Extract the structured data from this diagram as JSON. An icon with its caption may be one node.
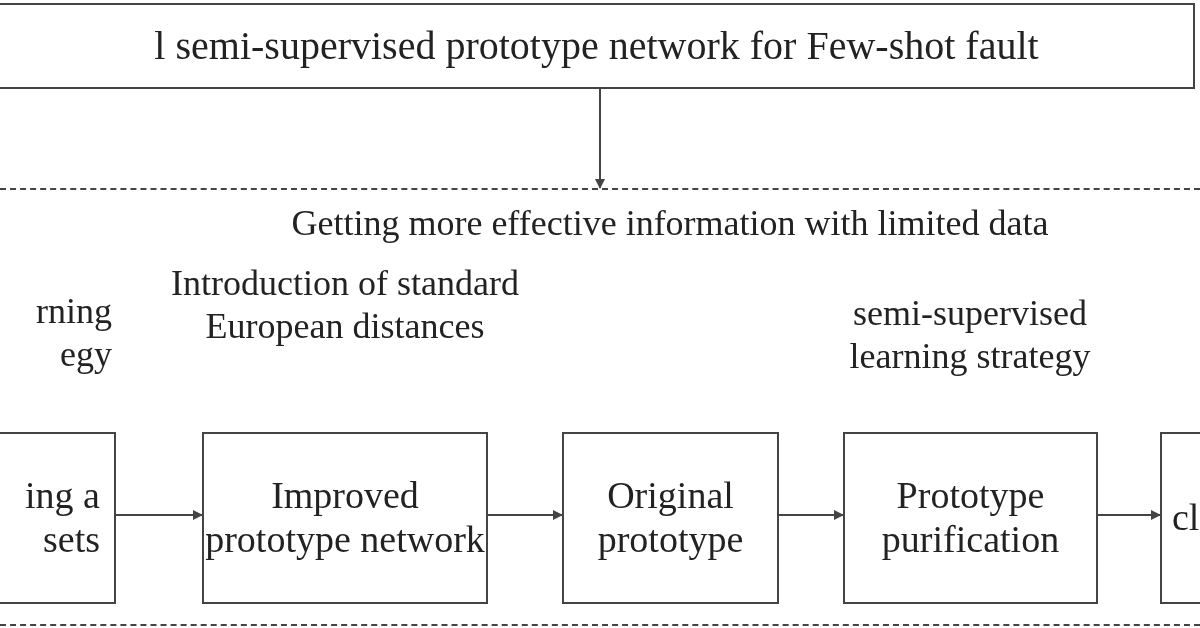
{
  "diagram": {
    "nodes": [
      {
        "text": [
          "l semi-supervised prototype network for Few-shot fault"
        ]
      },
      {
        "text": [
          "Getting more effective information with limited data"
        ]
      },
      {
        "text": [
          "ing a sets"
        ],
        "in": 1,
        "beside": [
          "rning egy"
        ]
      },
      {
        "text": [
          "Improved prototype network"
        ],
        "in": 1,
        "beside": [
          "Introduction of standard European distances"
        ]
      },
      {
        "text": [
          "Original prototype"
        ],
        "in": 1
      },
      {
        "text": [
          "Prototype purification"
        ],
        "in": 1,
        "beside": [
          "semi-supervised learning strategy"
        ]
      },
      {
        "text": [
          "cl"
        ],
        "in": 1
      }
    ],
    "edges": [
      {
        "from": 0,
        "to": 1,
        "arrow": "to"
      },
      {
        "from": 2,
        "to": 3,
        "arrow": "to"
      },
      {
        "from": 3,
        "to": 4,
        "arrow": "to"
      },
      {
        "from": 4,
        "to": 5,
        "arrow": "to"
      },
      {
        "from": 5,
        "to": 6,
        "arrow": "to"
      }
    ]
  }
}
